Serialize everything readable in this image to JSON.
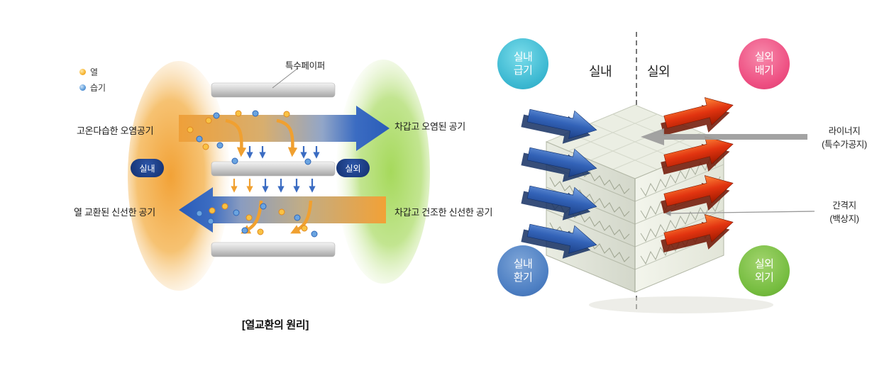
{
  "figure": {
    "caption": "[열교환의 원리]"
  },
  "principle": {
    "legend": [
      {
        "label": "열",
        "color": "#f6b32f"
      },
      {
        "label": "습기",
        "color": "#5b9bd9"
      }
    ],
    "paper_label": "특수페이퍼",
    "top_flow": {
      "left_label": "고온다습한 오염공기",
      "right_label": "차갑고 오염된 공기"
    },
    "bottom_flow": {
      "left_label": "열 교환된 신선한 공기",
      "right_label": "차갑고 건조한 신선한 공기"
    },
    "indoor_badge": "실내",
    "outdoor_badge": "실외"
  },
  "exchanger": {
    "zone_labels": {
      "indoor": "실내",
      "outdoor": "실외"
    },
    "badges": {
      "supply": {
        "line1": "실내",
        "line2": "급기",
        "color": "#3db9d2"
      },
      "exhaust": {
        "line1": "실외",
        "line2": "배기",
        "color": "#ee4f82"
      },
      "return": {
        "line1": "실내",
        "line2": "환기",
        "color": "#4d7fc3"
      },
      "fresh": {
        "line1": "실외",
        "line2": "외기",
        "color": "#76bd40"
      }
    },
    "annotations": {
      "liner": {
        "line1": "라이너지",
        "line2": "(특수가공지)"
      },
      "spacer": {
        "line1": "간격지",
        "line2": "(백상지)"
      }
    }
  },
  "colors": {
    "hot_air": "#efa039",
    "cold_air": "#2a5cb8",
    "supply_arrow": "#3363b8",
    "exhaust_arrow": "#e23410",
    "indoor_pill": "#132f6d"
  }
}
